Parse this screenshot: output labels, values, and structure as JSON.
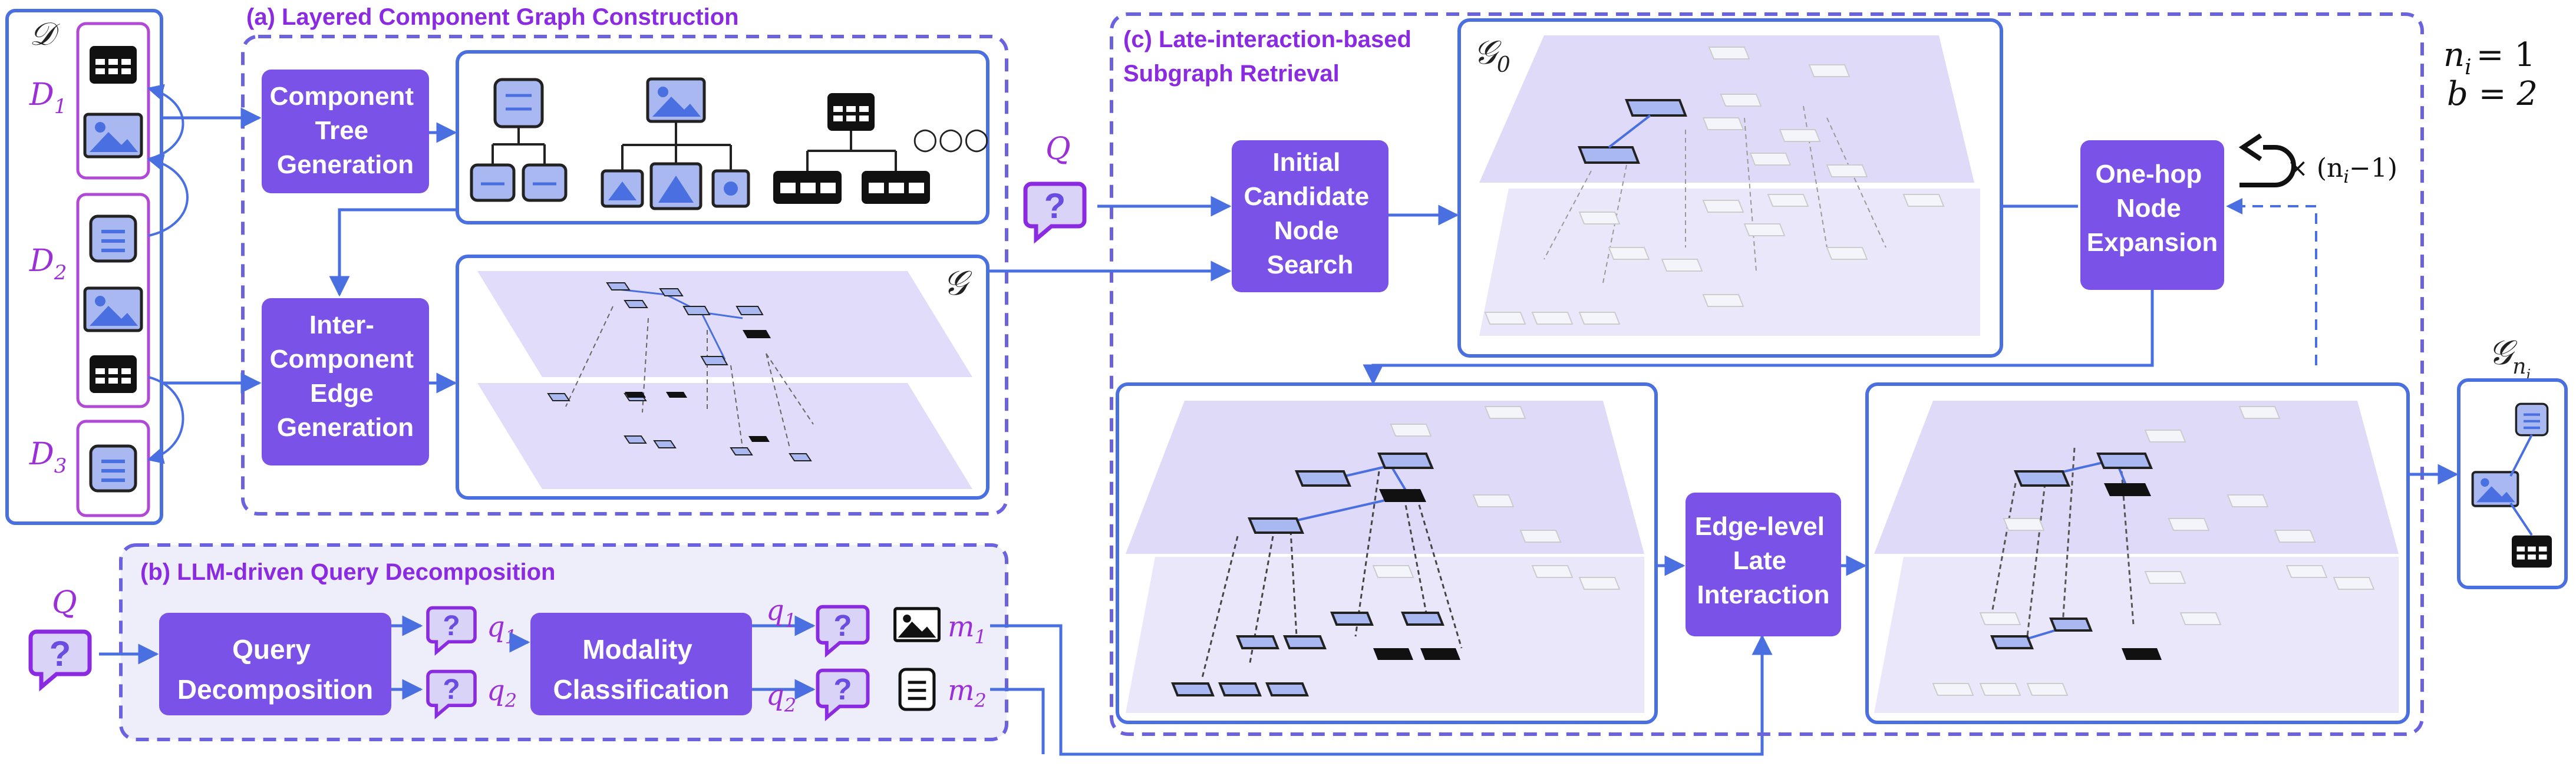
{
  "corpus": {
    "title": "𝒟",
    "documents": [
      "D",
      "D",
      "D"
    ],
    "document_subscripts": [
      "1",
      "2",
      "3"
    ]
  },
  "section_a": {
    "title": "(a) Layered Component Graph Construction",
    "tree_gen": [
      "Component",
      "Tree",
      "Generation"
    ],
    "edge_gen": [
      "Inter-",
      "Component",
      "Edge",
      "Generation"
    ],
    "ellipsis": "○○○",
    "graph_label": "𝒢"
  },
  "section_b": {
    "title": "(b) LLM-driven Query Decomposition",
    "query_label": "Q",
    "decomp": [
      "Query",
      "Decomposition"
    ],
    "classify": [
      "Modality",
      "Classification"
    ],
    "q_label": "q",
    "m_label": "m",
    "subs": [
      "1",
      "2"
    ]
  },
  "section_c": {
    "title": [
      "(c) Late-interaction-based",
      "Subgraph Retrieval"
    ],
    "query_label": "Q",
    "initial": [
      "Initial",
      "Candidate",
      "Node",
      "Search"
    ],
    "g0_label": "𝒢",
    "g0_sub": "0",
    "onehop": [
      "One-hop",
      "Node",
      "Expansion"
    ],
    "repeat": "× (n",
    "repeat_tail": "−1)",
    "repeat_sub": "i",
    "late": [
      "Edge-level",
      "Late",
      "Interaction"
    ]
  },
  "params": {
    "ni": "n",
    "ni_sub": "i",
    "ni_value": "= 1",
    "b": "b = 2"
  },
  "output": {
    "label": "𝒢",
    "sub": "n",
    "subsub": "i"
  },
  "colors": {
    "accent": "#6a4de0",
    "box_fill": "#7b52e8",
    "panel_border": "#4a6fe0",
    "dash_border": "#6b62e0",
    "purple_text": "#9b30d9",
    "doc_border": "#b04ad6",
    "plane": "#d9d3f7"
  }
}
